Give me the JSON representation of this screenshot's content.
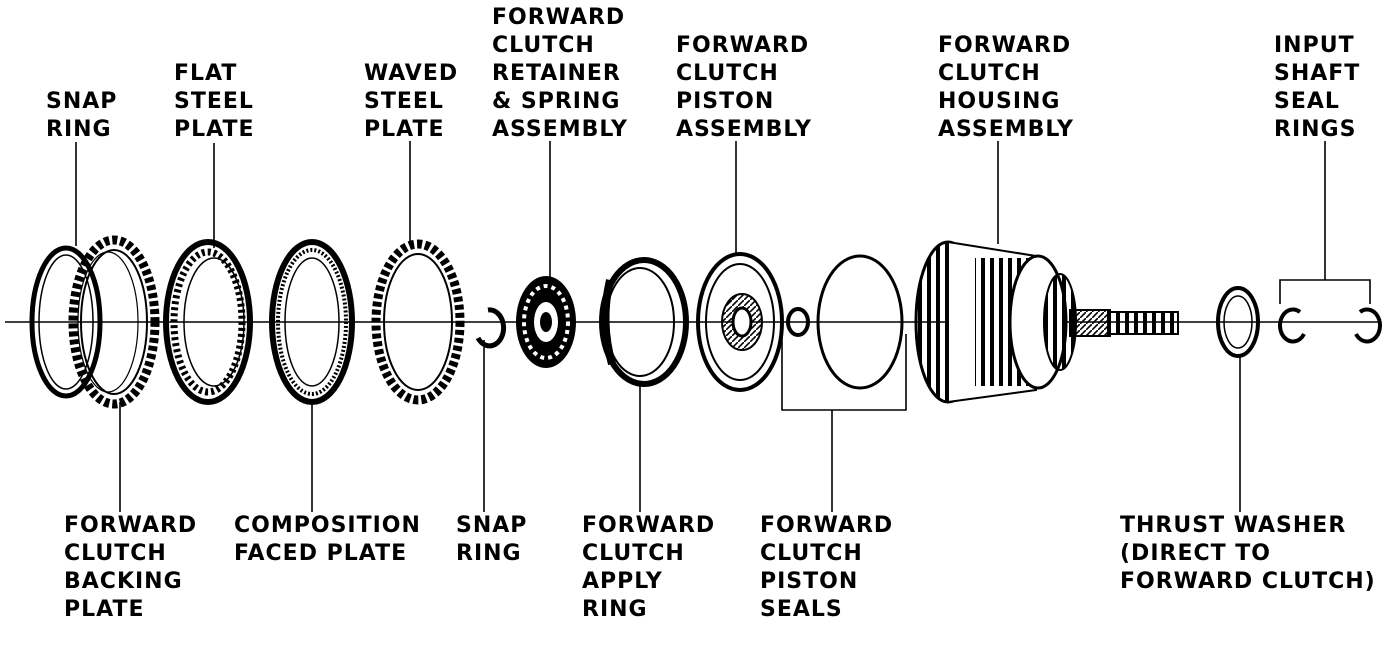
{
  "labels": {
    "snap_ring_top": [
      "SNAP",
      "RING"
    ],
    "flat_steel_plate": [
      "FLAT",
      "STEEL",
      "PLATE"
    ],
    "waved_steel_plate": [
      "WAVED",
      "STEEL",
      "PLATE"
    ],
    "retainer_spring": [
      "FORWARD",
      "CLUTCH",
      "RETAINER",
      "& SPRING",
      "ASSEMBLY"
    ],
    "piston_assembly": [
      "FORWARD",
      "CLUTCH",
      "PISTON",
      "ASSEMBLY"
    ],
    "housing_assembly": [
      "FORWARD",
      "CLUTCH",
      "HOUSING",
      "ASSEMBLY"
    ],
    "input_shaft_seals": [
      "INPUT",
      "SHAFT",
      "SEAL",
      "RINGS"
    ],
    "backing_plate": [
      "FORWARD",
      "CLUTCH",
      "BACKING",
      "PLATE"
    ],
    "composition_plate": [
      "COMPOSITION",
      "FACED PLATE"
    ],
    "snap_ring_bottom": [
      "SNAP",
      "RING"
    ],
    "apply_ring": [
      "FORWARD",
      "CLUTCH",
      "APPLY",
      "RING"
    ],
    "piston_seals": [
      "FORWARD",
      "CLUTCH",
      "PISTON",
      "SEALS"
    ],
    "thrust_washer": [
      "THRUST WASHER",
      "(DIRECT TO",
      "FORWARD CLUTCH)"
    ]
  },
  "colors": {
    "ink": "#000000",
    "paper": "#ffffff",
    "shade": "#555555"
  }
}
